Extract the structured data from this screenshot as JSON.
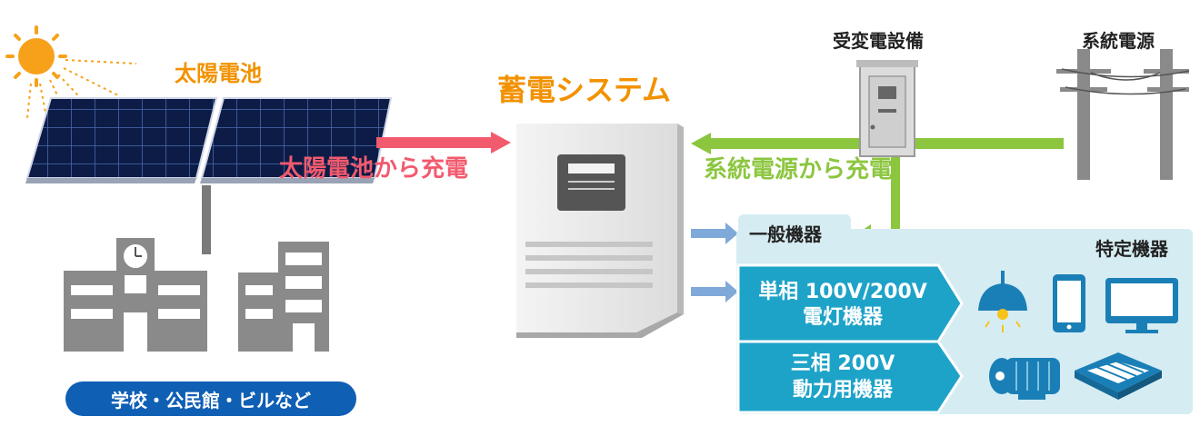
{
  "labels": {
    "solar_title": "太陽電池",
    "storage_title": "蓄電システム",
    "substation_title": "受変電設備",
    "grid_title": "系統電源",
    "solar_charge": "太陽電池から充電",
    "grid_charge": "系統電源から充電",
    "general_equipment": "一般機器",
    "specific_equipment": "特定機器",
    "single_phase_line1": "単相 100V/200V",
    "single_phase_line2": "電灯機器",
    "three_phase_line1": "三相 200V",
    "three_phase_line2": "動力用機器",
    "buildings": "学校・公民館・ビルなど"
  },
  "icons": {
    "sun": "sun-icon",
    "solar_panel": "solar-panel-icon",
    "school": "school-building-icon",
    "building": "office-building-icon",
    "storage_unit": "storage-unit-icon",
    "substation": "substation-cabinet-icon",
    "power_pole": "power-pole-icon",
    "lamp": "pendant-lamp-icon",
    "tablet": "tablet-icon",
    "monitor": "monitor-icon",
    "motor": "motor-icon",
    "air_conditioner": "ceiling-ac-icon"
  },
  "colors": {
    "solar_orange": "#f29200",
    "solar_arrow": "#f25a6e",
    "grid_arrow": "#8cc63f",
    "equipment_panel": "#d6ecf3",
    "equipment_banner": "#1ea3c8",
    "pill_blue": "#0f5fb4"
  }
}
